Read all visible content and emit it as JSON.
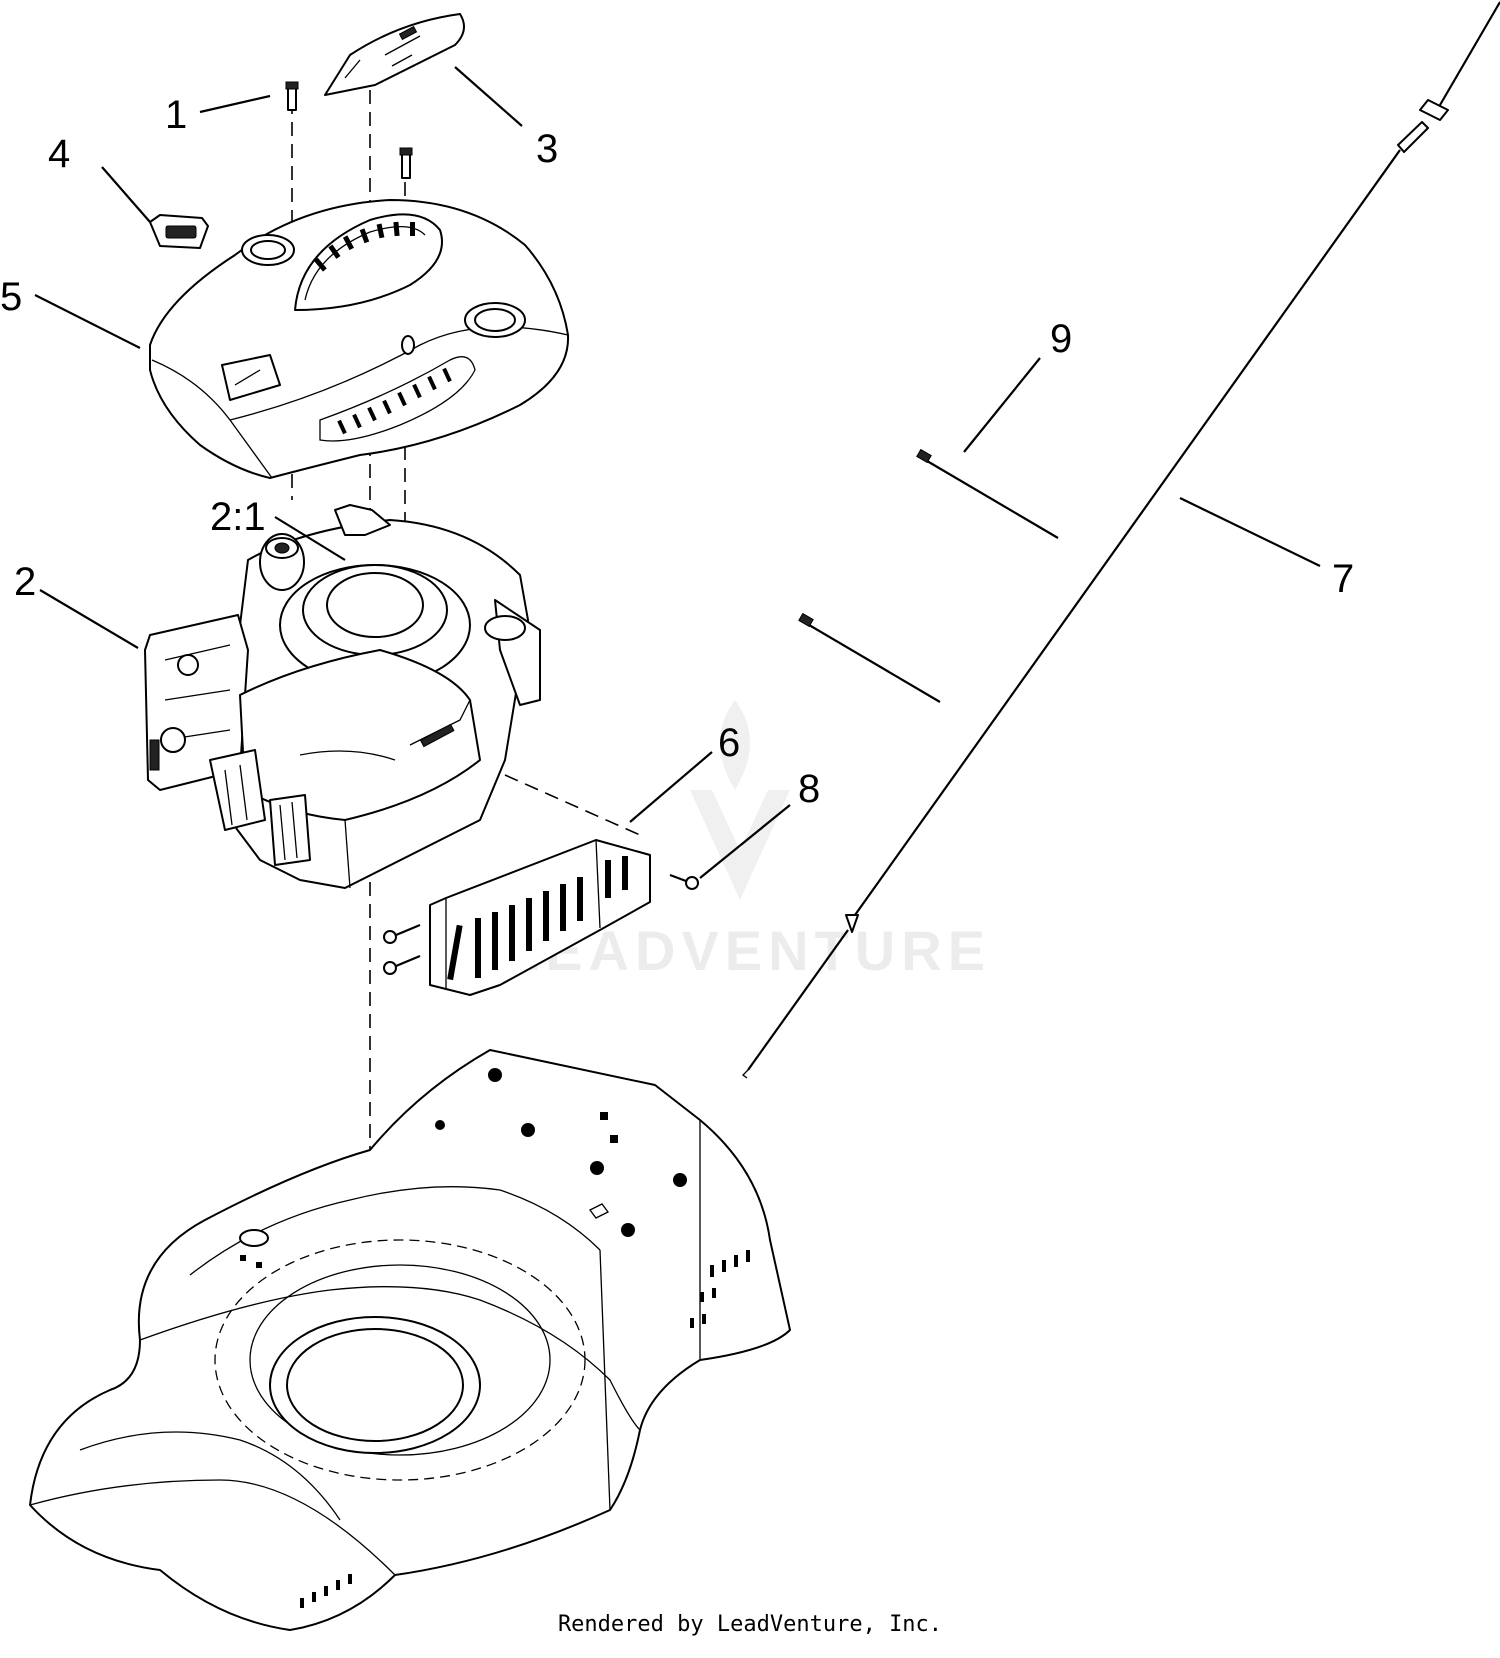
{
  "callouts": {
    "c1": "1",
    "c2": "2",
    "c2_1": "2:1",
    "c3": "3",
    "c4": "4",
    "c5": "5",
    "c6": "6",
    "c7": "7",
    "c8": "8",
    "c9": "9"
  },
  "watermark_text": "LEADVENTURE",
  "credit": "Rendered by LeadVenture, Inc."
}
